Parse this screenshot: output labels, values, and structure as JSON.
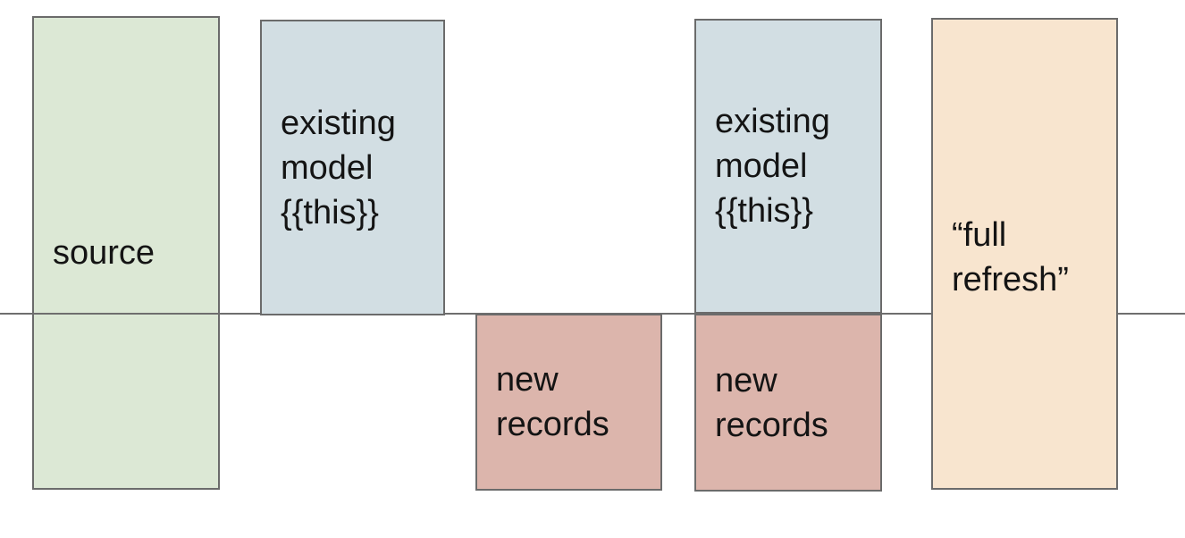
{
  "palette": {
    "source_green": "#dce8d5",
    "model_blue": "#d2dee3",
    "records_pink": "#dcb5ac",
    "refresh_orange": "#f8e5cf",
    "border_gray": "#6b6b6b",
    "line_gray": "#6e6e6e",
    "text_color": "#141414",
    "background": "#ffffff"
  },
  "boxes": {
    "source": {
      "label": "source"
    },
    "existing_model_left": {
      "lines": [
        "existing",
        "model",
        "{{this}}"
      ]
    },
    "new_records_left": {
      "lines": [
        "new",
        "records"
      ]
    },
    "existing_model_right": {
      "lines": [
        "existing",
        "model",
        "{{this}}"
      ]
    },
    "new_records_right": {
      "lines": [
        "new",
        "records"
      ]
    },
    "full_refresh": {
      "lines": [
        "“full",
        "refresh”"
      ]
    }
  }
}
